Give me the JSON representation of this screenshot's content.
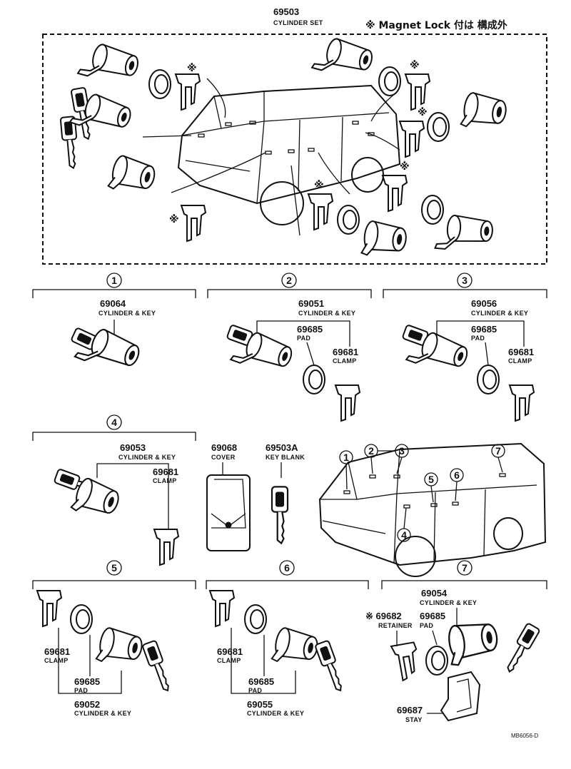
{
  "top_set": {
    "part_no": "69503",
    "name": "CYLINDER SET",
    "note": "※ Magnet Lock 付は 構成外"
  },
  "groups": [
    {
      "marker": "1",
      "parts": [
        {
          "no": "69064",
          "name": "CYLINDER & KEY"
        }
      ]
    },
    {
      "marker": "2",
      "parts": [
        {
          "no": "69051",
          "name": "CYLINDER & KEY"
        },
        {
          "no": "69685",
          "name": "PAD"
        },
        {
          "no": "69681",
          "name": "CLAMP"
        }
      ]
    },
    {
      "marker": "3",
      "parts": [
        {
          "no": "69056",
          "name": "CYLINDER & KEY"
        },
        {
          "no": "69685",
          "name": "PAD"
        },
        {
          "no": "69681",
          "name": "CLAMP"
        }
      ]
    },
    {
      "marker": "4",
      "parts": [
        {
          "no": "69053",
          "name": "CYLINDER & KEY"
        },
        {
          "no": "69681",
          "name": "CLAMP"
        }
      ]
    },
    {
      "marker": "5",
      "parts": [
        {
          "no": "69681",
          "name": "CLAMP"
        },
        {
          "no": "69685",
          "name": "PAD"
        },
        {
          "no": "69052",
          "name": "CYLINDER & KEY"
        }
      ]
    },
    {
      "marker": "6",
      "parts": [
        {
          "no": "69681",
          "name": "CLAMP"
        },
        {
          "no": "69685",
          "name": "PAD"
        },
        {
          "no": "69055",
          "name": "CYLINDER & KEY"
        }
      ]
    },
    {
      "marker": "7",
      "parts": [
        {
          "no": "69054",
          "name": "CYLINDER & KEY"
        },
        {
          "no": "※ 69682",
          "name": "RETAINER"
        },
        {
          "no": "69685",
          "name": "PAD"
        },
        {
          "no": "69687",
          "name": "STAY"
        }
      ]
    }
  ],
  "accessories": [
    {
      "no": "69068",
      "name": "COVER"
    },
    {
      "no": "69503A",
      "name": "KEY BLANK"
    }
  ],
  "asterisk_mark": "※",
  "van_markers": [
    "1",
    "2",
    "3",
    "4",
    "5",
    "6",
    "7"
  ],
  "drawing_code": "MB6056-D"
}
